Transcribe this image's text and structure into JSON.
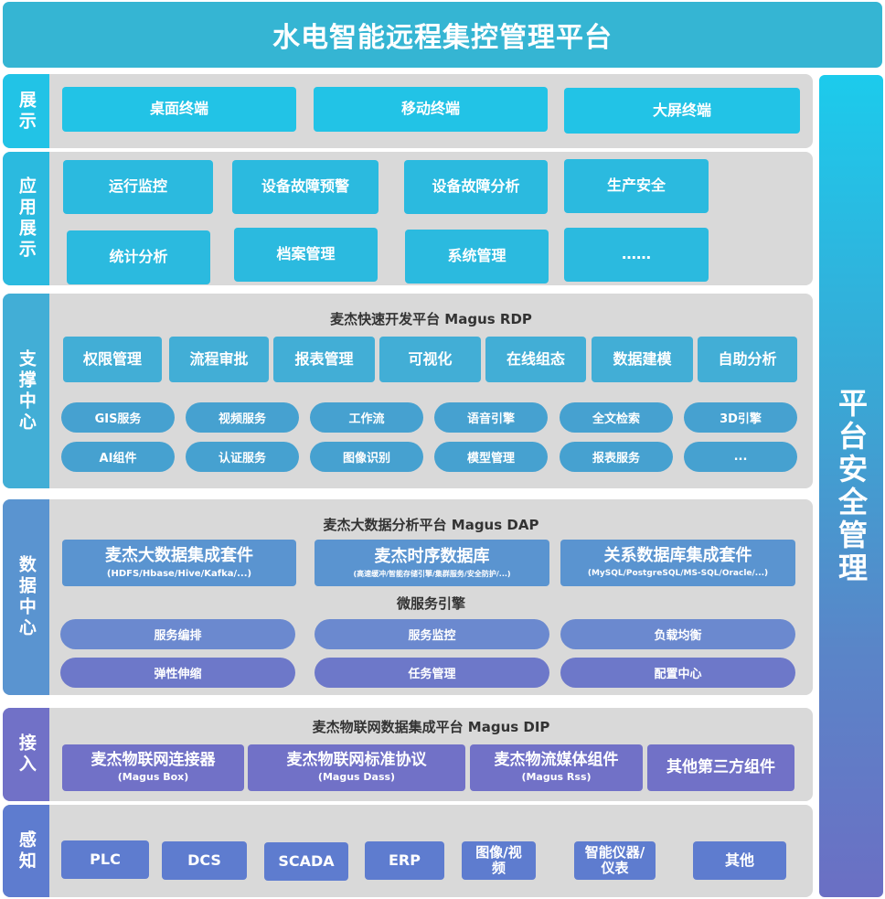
{
  "title": "水电智能远程集控管理平台",
  "security": {
    "label": "平台安全管理"
  },
  "colors": {
    "title_bg": "#35b5d3",
    "display": "#22c3e6",
    "application": "#2bbadf",
    "support_top": "#42aed6",
    "support_pill": "#46a1d0",
    "data_top": "#5a94d0",
    "data_pill1": "#6b89cf",
    "data_pill2": "#6d78c9",
    "access": "#7171c7",
    "sensing": "#5e7ccf",
    "layer_bg": "#d9d9d9"
  },
  "layers": {
    "display": {
      "label": "展示",
      "items": [
        "桌面终端",
        "移动终端",
        "大屏终端"
      ]
    },
    "application": {
      "label": "应用展示",
      "row1": [
        "运行监控",
        "设备故障预警",
        "设备故障分析",
        "生产安全"
      ],
      "row2": [
        "统计分析",
        "档案管理",
        "系统管理",
        "……"
      ]
    },
    "support": {
      "label": "支撑中心",
      "platform": "麦杰快速开发平台 Magus RDP",
      "modules": [
        "权限管理",
        "流程审批",
        "报表管理",
        "可视化",
        "在线组态",
        "数据建模",
        "自助分析"
      ],
      "services_row1": [
        "GIS服务",
        "视频服务",
        "工作流",
        "语音引擎",
        "全文检索",
        "3D引擎"
      ],
      "services_row2": [
        "AI组件",
        "认证服务",
        "图像识别",
        "模型管理",
        "报表服务",
        "..."
      ]
    },
    "data": {
      "label": "数据中心",
      "platform": "麦杰大数据分析平台 Magus DAP",
      "suites": [
        {
          "name": "麦杰大数据集成套件",
          "detail": "(HDFS/Hbase/Hive/Kafka/...)"
        },
        {
          "name": "麦杰时序数据库",
          "detail": "(高速缓冲/智能存储引擎/集群服务/安全防护/...)"
        },
        {
          "name": "关系数据库集成套件",
          "detail": "(MySQL/PostgreSQL/MS-SQL/Oracle/...)"
        }
      ],
      "microservice_title": "微服务引擎",
      "micro_row1": [
        "服务编排",
        "服务监控",
        "负载均衡"
      ],
      "micro_row2": [
        "弹性伸缩",
        "任务管理",
        "配置中心"
      ]
    },
    "access": {
      "label": "接入",
      "platform": "麦杰物联网数据集成平台 Magus DIP",
      "components": [
        {
          "name": "麦杰物联网连接器",
          "detail": "(Magus Box)"
        },
        {
          "name": "麦杰物联网标准协议",
          "detail": "(Magus Dass)"
        },
        {
          "name": "麦杰物流媒体组件",
          "detail": "(Magus Rss)"
        },
        {
          "name": "其他第三方组件",
          "detail": ""
        }
      ]
    },
    "sensing": {
      "label": "感知",
      "items": [
        "PLC",
        "DCS",
        "SCADA",
        "ERP",
        "图像/视频",
        "智能仪器/仪表",
        "其他"
      ]
    }
  }
}
